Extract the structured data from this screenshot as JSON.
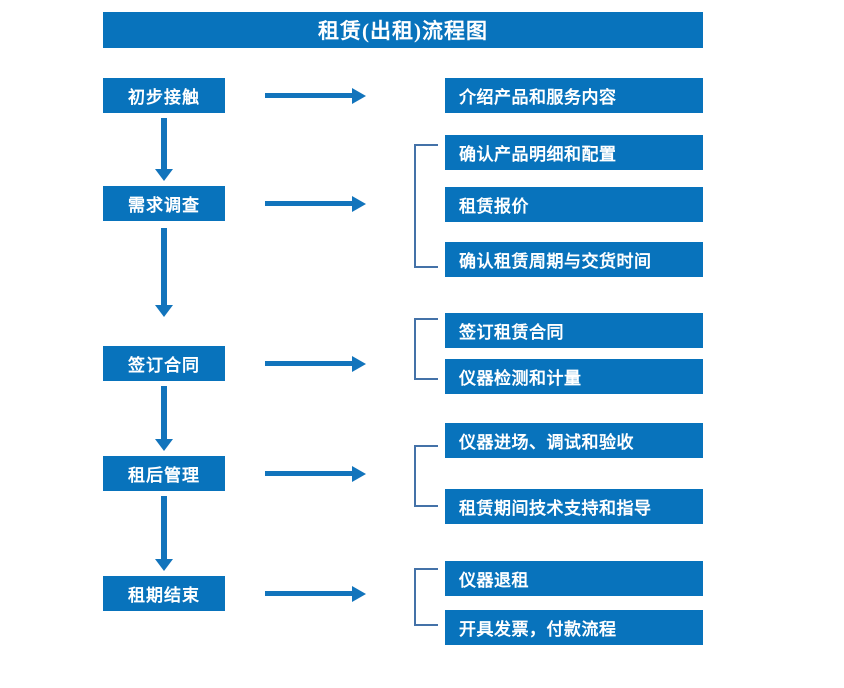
{
  "diagram": {
    "title": "租赁(出租)流程图",
    "colors": {
      "box_fill": "#0873BC",
      "box_text": "#FFFFFF",
      "arrow": "#1274BC",
      "bracket": "#4472A8",
      "background": "#FFFFFF"
    },
    "stages": [
      {
        "label": "初步接触"
      },
      {
        "label": "需求调查"
      },
      {
        "label": "签订合同"
      },
      {
        "label": "租后管理"
      },
      {
        "label": "租期结束"
      }
    ],
    "details": [
      {
        "label": "介绍产品和服务内容"
      },
      {
        "label": "确认产品明细和配置"
      },
      {
        "label": "租赁报价"
      },
      {
        "label": "确认租赁周期与交货时间"
      },
      {
        "label": "签订租赁合同"
      },
      {
        "label": "仪器检测和计量"
      },
      {
        "label": "仪器进场、调试和验收"
      },
      {
        "label": "租赁期间技术支持和指导"
      },
      {
        "label": "仪器退租"
      },
      {
        "label": "开具发票，付款流程"
      }
    ]
  }
}
